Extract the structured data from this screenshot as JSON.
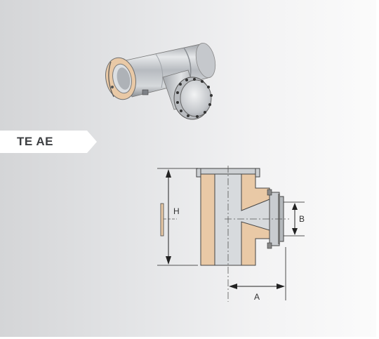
{
  "product": {
    "name": "TE AE"
  },
  "dimensions": {
    "height_label": "H",
    "width_label": "A",
    "branch_label": "B"
  },
  "colors": {
    "insulation": "#e9c9a6",
    "steel": "#c9ccd0",
    "tab": "#ffffff"
  }
}
